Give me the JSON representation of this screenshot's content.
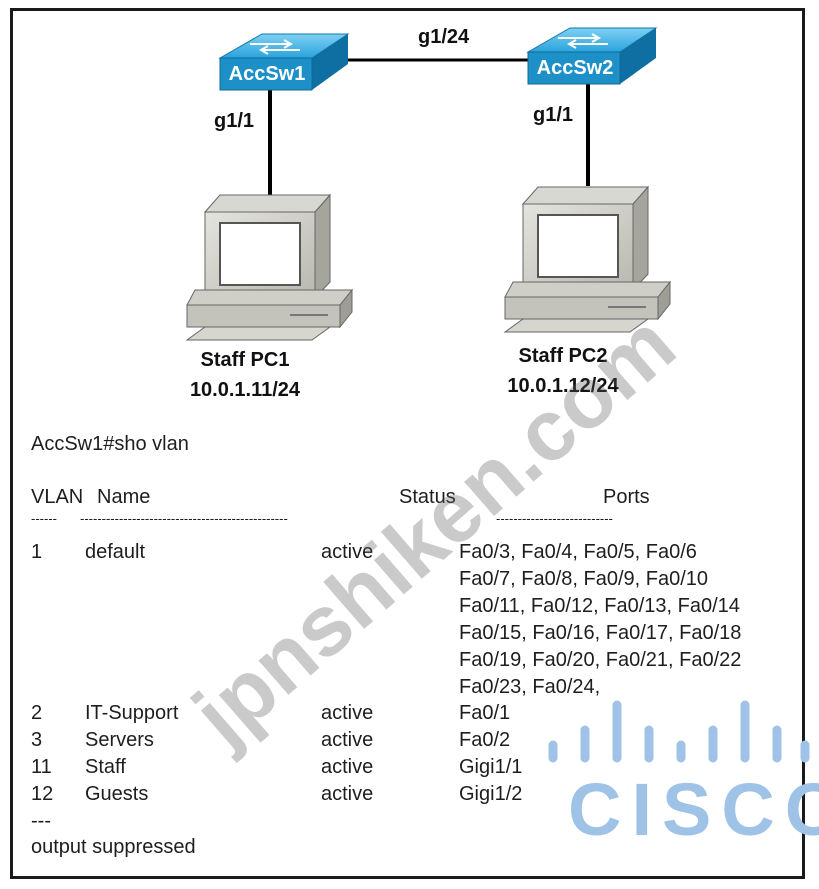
{
  "topology": {
    "switches": [
      {
        "name": "AccSw1"
      },
      {
        "name": "AccSw2"
      }
    ],
    "trunk_port": "g1/24",
    "access_ports": [
      "g1/1",
      "g1/1"
    ],
    "pcs": [
      {
        "name": "Staff PC1",
        "ip": "10.0.1.11/24"
      },
      {
        "name": "Staff PC2",
        "ip": "10.0.1.12/24"
      }
    ],
    "switch_color": "#1e90c8",
    "link_color": "#000000"
  },
  "cli": {
    "prompt": "AccSw1#sho vlan",
    "headers": {
      "vlan": "VLAN",
      "name": "Name",
      "status": "Status",
      "ports": "Ports"
    },
    "separator": {
      "col1": "------",
      "col2": "------------------------------------------------",
      "col3": "---------------------------"
    },
    "rows": [
      {
        "vlan": "1",
        "name": "default",
        "status": "active",
        "ports": [
          "Fa0/3, Fa0/4, Fa0/5, Fa0/6",
          "Fa0/7, Fa0/8, Fa0/9, Fa0/10",
          "Fa0/11, Fa0/12, Fa0/13, Fa0/14",
          "Fa0/15, Fa0/16, Fa0/17, Fa0/18",
          "Fa0/19, Fa0/20, Fa0/21, Fa0/22",
          "Fa0/23, Fa0/24,"
        ]
      },
      {
        "vlan": "2",
        "name": "IT-Support",
        "status": "active",
        "ports": [
          "Fa0/1"
        ]
      },
      {
        "vlan": "3",
        "name": "Servers",
        "status": "active",
        "ports": [
          "Fa0/2"
        ]
      },
      {
        "vlan": "11",
        "name": "Staff",
        "status": "active",
        "ports": [
          "Gigi1/1"
        ]
      },
      {
        "vlan": "12",
        "name": "Guests",
        "status": "active",
        "ports": [
          "Gigi1/2"
        ]
      }
    ],
    "suppressed_marker": "---",
    "suppressed_text": "output suppressed"
  },
  "logo": {
    "text": "CISCO",
    "color": "#9fc3e6"
  },
  "watermark": {
    "text": "jpnshiken.com"
  }
}
